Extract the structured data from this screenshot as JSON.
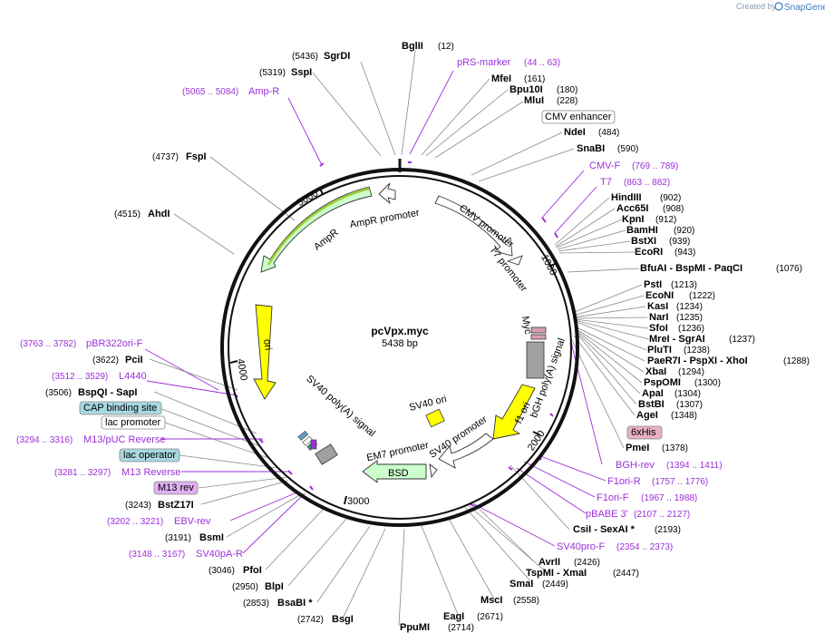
{
  "header": {
    "created_by": "Created by",
    "brand": "SnapGene"
  },
  "plasmid": {
    "name": "pcVpx.myc",
    "size": "5438 bp"
  },
  "ticks": [
    "1000",
    "2000",
    "3000",
    "4000",
    "5000"
  ],
  "features": [
    "CMV promoter",
    "T7 promoter",
    "Myc",
    "bGH poly(A) signal",
    "f1 ori",
    "SV40 ori",
    "SV40 promoter",
    "EM7 promoter",
    "BSD",
    "SV40 poly(A) signal",
    "ori",
    "AmpR",
    "AmpR promoter"
  ],
  "sites": [
    {
      "name": "BglII",
      "num": "(12)"
    },
    {
      "name": "SgrDI",
      "num": "(5436)"
    },
    {
      "name": "SspI",
      "num": "(5319)"
    },
    {
      "name": "MfeI",
      "num": "(161)"
    },
    {
      "name": "Bpu10I",
      "num": "(180)"
    },
    {
      "name": "MluI",
      "num": "(228)"
    },
    {
      "name": "NdeI",
      "num": "(484)"
    },
    {
      "name": "SnaBI",
      "num": "(590)"
    },
    {
      "name": "FspI",
      "num": "(4737)"
    },
    {
      "name": "AhdI",
      "num": "(4515)"
    },
    {
      "name": "HindIII",
      "num": "(902)"
    },
    {
      "name": "Acc65I",
      "num": "(908)"
    },
    {
      "name": "KpnI",
      "num": "(912)"
    },
    {
      "name": "BamHI",
      "num": "(920)"
    },
    {
      "name": "BstXI",
      "num": "(939)"
    },
    {
      "name": "EcoRI",
      "num": "(943)"
    },
    {
      "name": "BfuAI - BspMI - PaqCI",
      "num": "(1076)"
    },
    {
      "name": "PstI",
      "num": "(1213)"
    },
    {
      "name": "EcoNI",
      "num": "(1222)"
    },
    {
      "name": "KasI",
      "num": "(1234)"
    },
    {
      "name": "NarI",
      "num": "(1235)"
    },
    {
      "name": "SfoI",
      "num": "(1236)"
    },
    {
      "name": "MreI - SgrAI",
      "num": "(1237)"
    },
    {
      "name": "PluTI",
      "num": "(1238)"
    },
    {
      "name": "PaeR7I - PspXI - XhoI",
      "num": "(1288)"
    },
    {
      "name": "XbaI",
      "num": "(1294)"
    },
    {
      "name": "PspOMI",
      "num": "(1300)"
    },
    {
      "name": "ApaI",
      "num": "(1304)"
    },
    {
      "name": "BstBI",
      "num": "(1307)"
    },
    {
      "name": "AgeI",
      "num": "(1348)"
    },
    {
      "name": "PmeI",
      "num": "(1378)"
    },
    {
      "name": "CsiI - SexAI *",
      "num": "(2193)"
    },
    {
      "name": "AvrII",
      "num": "(2426)"
    },
    {
      "name": "TspMI - XmaI",
      "num": "(2447)"
    },
    {
      "name": "SmaI",
      "num": "(2449)"
    },
    {
      "name": "MscI",
      "num": "(2558)"
    },
    {
      "name": "EagI",
      "num": "(2671)"
    },
    {
      "name": "PpuMI",
      "num": "(2714)"
    },
    {
      "name": "BsgI",
      "num": "(2742)"
    },
    {
      "name": "BsaBI *",
      "num": "(2853)"
    },
    {
      "name": "BlpI",
      "num": "(2950)"
    },
    {
      "name": "PfoI",
      "num": "(3046)"
    },
    {
      "name": "BsmI",
      "num": "(3191)"
    },
    {
      "name": "BstZ17I",
      "num": "(3243)"
    },
    {
      "name": "PciI",
      "num": "(3622)"
    },
    {
      "name": "BspQI - SapI",
      "num": "(3506)"
    }
  ],
  "primers": [
    {
      "name": "pRS-marker",
      "num": "(44 .. 63)"
    },
    {
      "name": "Amp-R",
      "num": "(5065 .. 5084)"
    },
    {
      "name": "CMV-F",
      "num": "(769 .. 789)"
    },
    {
      "name": "T7",
      "num": "(863 .. 882)"
    },
    {
      "name": "pBR322ori-F",
      "num": "(3763 .. 3782)"
    },
    {
      "name": "L4440",
      "num": "(3512 .. 3529)"
    },
    {
      "name": "M13/pUC Reverse",
      "num": "(3294 .. 3316)"
    },
    {
      "name": "M13 Reverse",
      "num": "(3281 .. 3297)"
    },
    {
      "name": "EBV-rev",
      "num": "(3202 .. 3221)"
    },
    {
      "name": "SV40pA-R",
      "num": "(3148 .. 3167)"
    },
    {
      "name": "BGH-rev",
      "num": "(1394 .. 1411)"
    },
    {
      "name": "F1ori-R",
      "num": "(1757 .. 1776)"
    },
    {
      "name": "F1ori-F",
      "num": "(1967 .. 1988)"
    },
    {
      "name": "pBABE 3'",
      "num": "(2107 .. 2127)"
    },
    {
      "name": "SV40pro-F",
      "num": "(2354 .. 2373)"
    }
  ],
  "boxes": [
    "CMV enhancer",
    "6xHis",
    "CAP binding site",
    "lac promoter",
    "lac operator",
    "M13 rev"
  ],
  "colors": {
    "promoter": "#ffffff",
    "ori": "#ffff00",
    "amp": "#ccffcc",
    "primer": "#9b30d9",
    "cap": "#a8d8e0",
    "m13": "#e0b0f0",
    "his": "#e8b0c0",
    "gray": "#a0a0a0",
    "brand": "#3b7bbf"
  }
}
